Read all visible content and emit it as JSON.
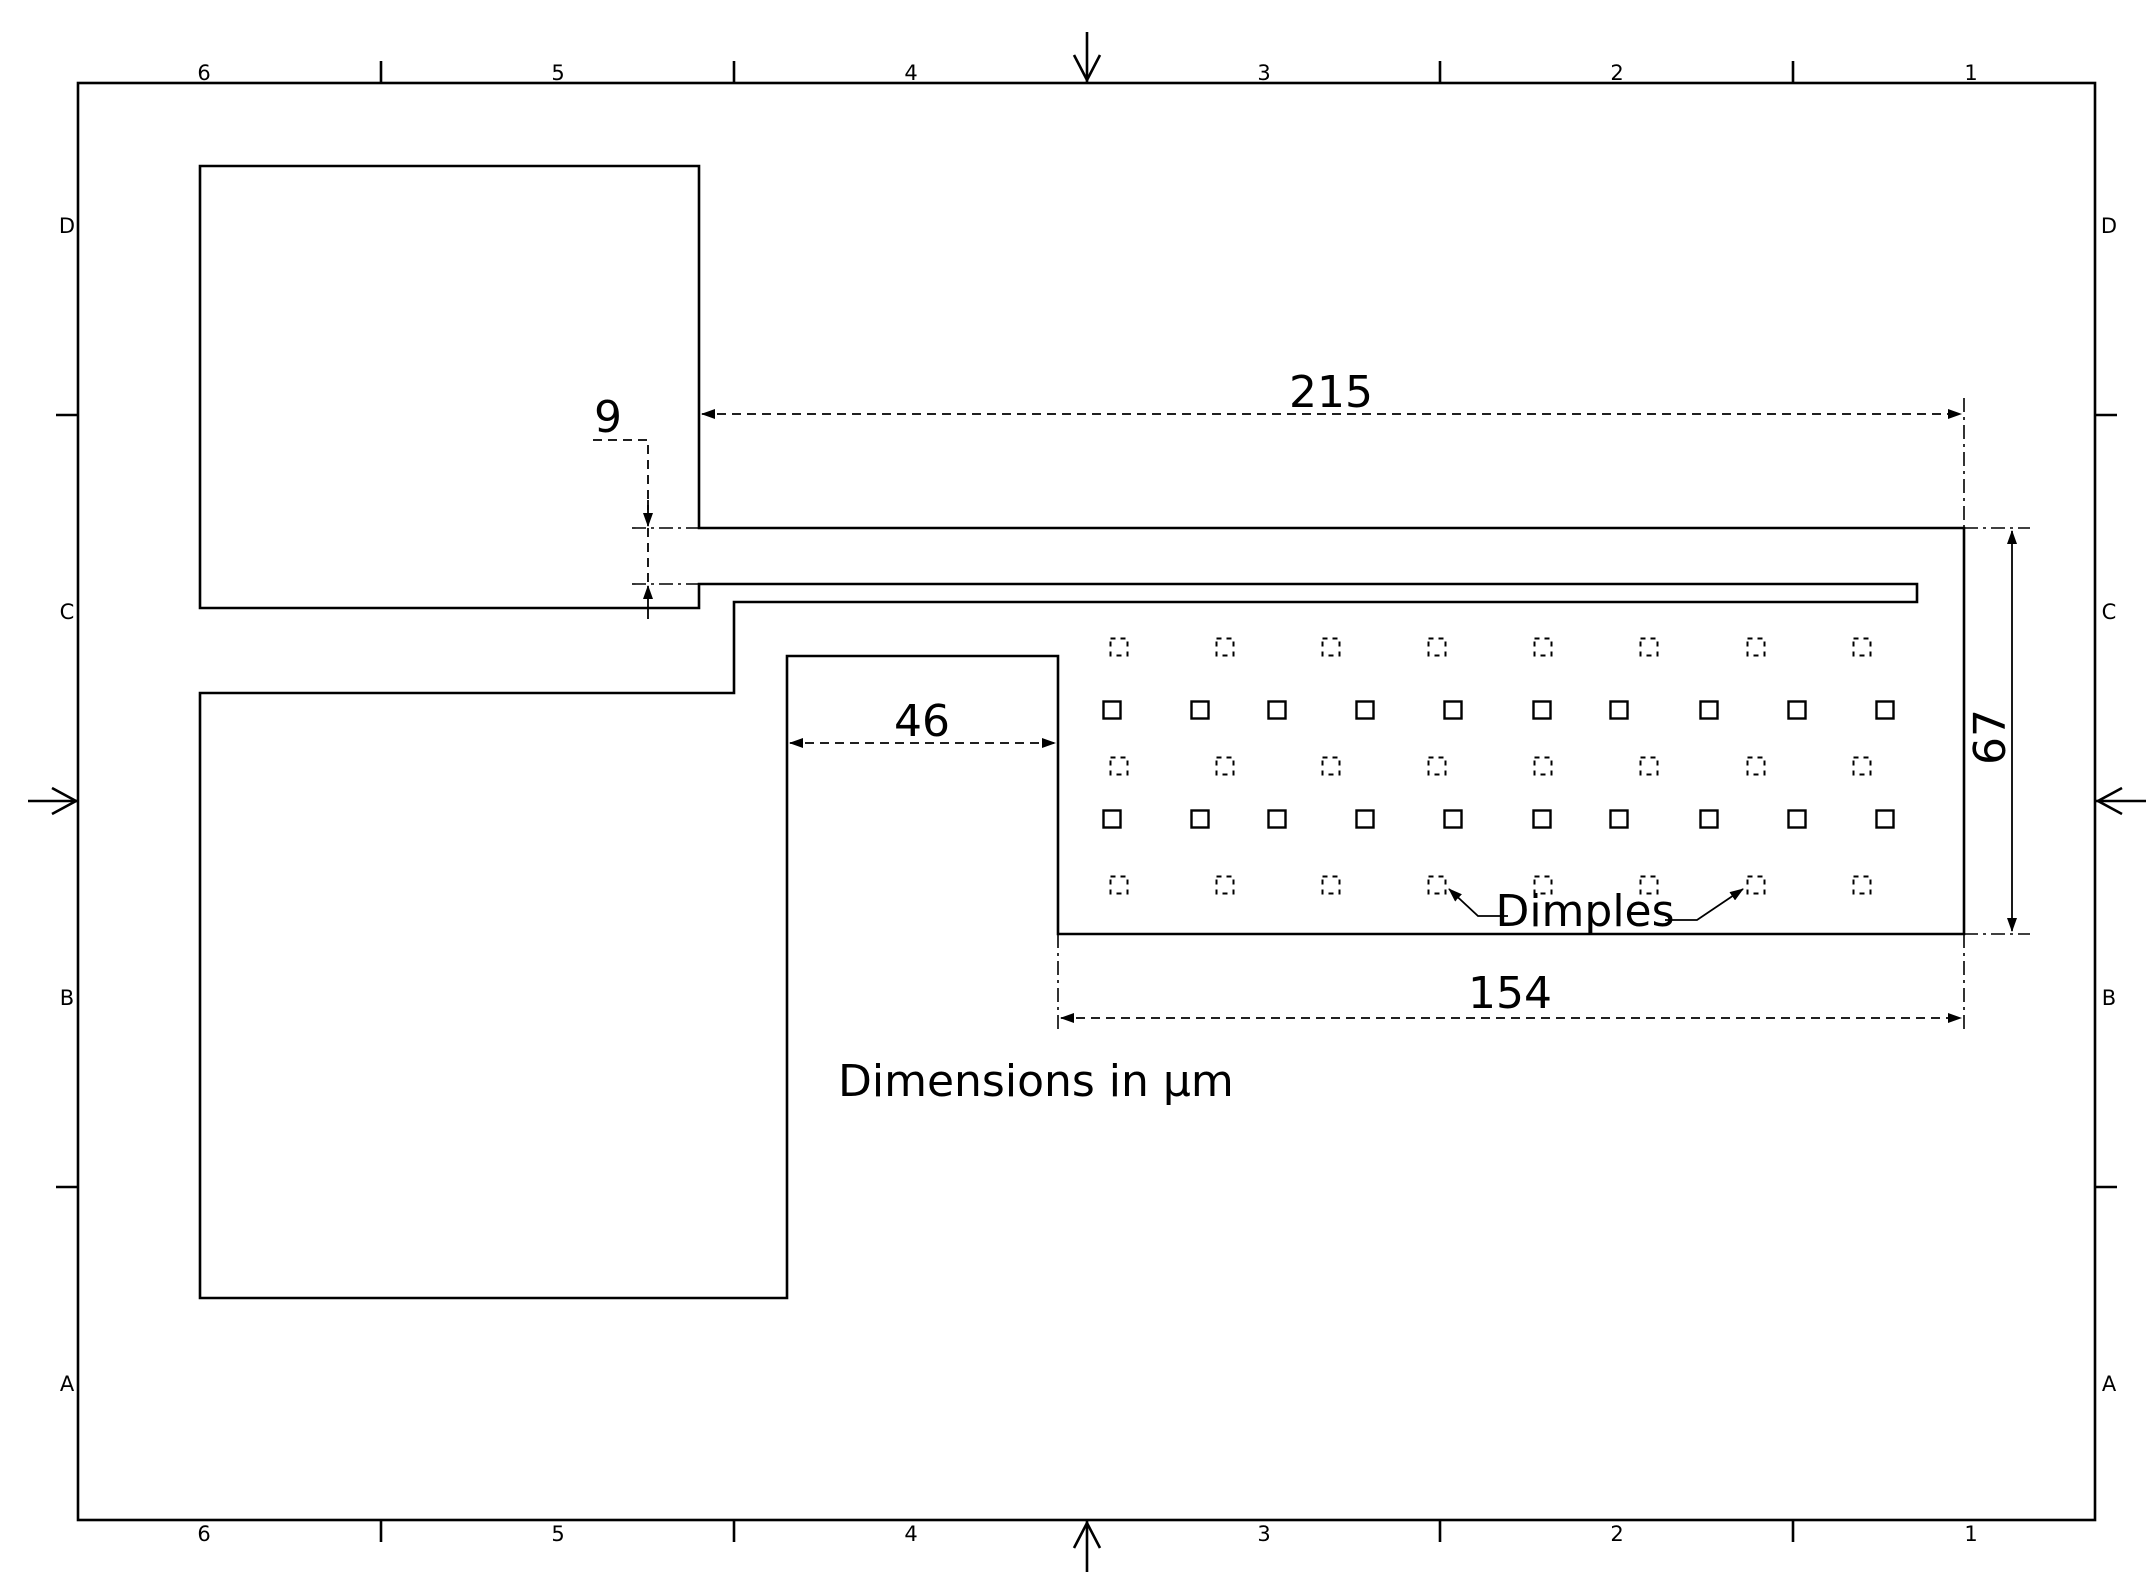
{
  "drawing": {
    "column_labels": [
      "6",
      "5",
      "4",
      "3",
      "2",
      "1"
    ],
    "row_labels": [
      "D",
      "C",
      "B",
      "A"
    ],
    "dimensions": {
      "beam_length": "215",
      "gap": "9",
      "anchor_gap": "46",
      "plate_height": "67",
      "plate_width": "154"
    },
    "callout": "Dimples",
    "units_note": "Dimensions in µm",
    "dimple_rows": [
      {
        "style": "hidden",
        "count": 8
      },
      {
        "style": "visible",
        "count": 10
      },
      {
        "style": "hidden",
        "count": 8
      },
      {
        "style": "visible",
        "count": 10
      },
      {
        "style": "hidden",
        "count": 8
      }
    ]
  }
}
